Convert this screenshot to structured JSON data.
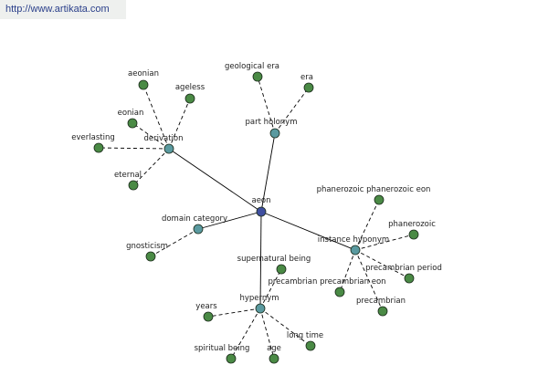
{
  "watermark": "http://www.artikata.com",
  "colors": {
    "center": "#3f4fa0",
    "relation": "#5a9aa0",
    "leaf": "#4a8a45",
    "stroke": "#1a2a1a",
    "edge": "#000000"
  },
  "graph": {
    "center": {
      "id": "aeon",
      "label": "aeon"
    },
    "relations": [
      {
        "id": "derivation",
        "label": "derivation",
        "leaves": [
          "aeonian",
          "ageless",
          "eonian",
          "everlasting",
          "eternal"
        ]
      },
      {
        "id": "part-holonym",
        "label": "part holonym",
        "leaves": [
          "geological era",
          "era"
        ]
      },
      {
        "id": "domain-category",
        "label": "domain category",
        "leaves": [
          "gnosticism"
        ]
      },
      {
        "id": "instance-hyponym",
        "label": "instance hyponym",
        "leaves": [
          "phanerozoic phanerozoic eon",
          "phanerozoic",
          "precambrian period",
          "precambrian precambrian eon",
          "precambrian"
        ]
      },
      {
        "id": "hypernym",
        "label": "hypernym",
        "leaves": [
          "supernatural being",
          "years",
          "spiritual being",
          "age",
          "long time"
        ]
      }
    ]
  }
}
